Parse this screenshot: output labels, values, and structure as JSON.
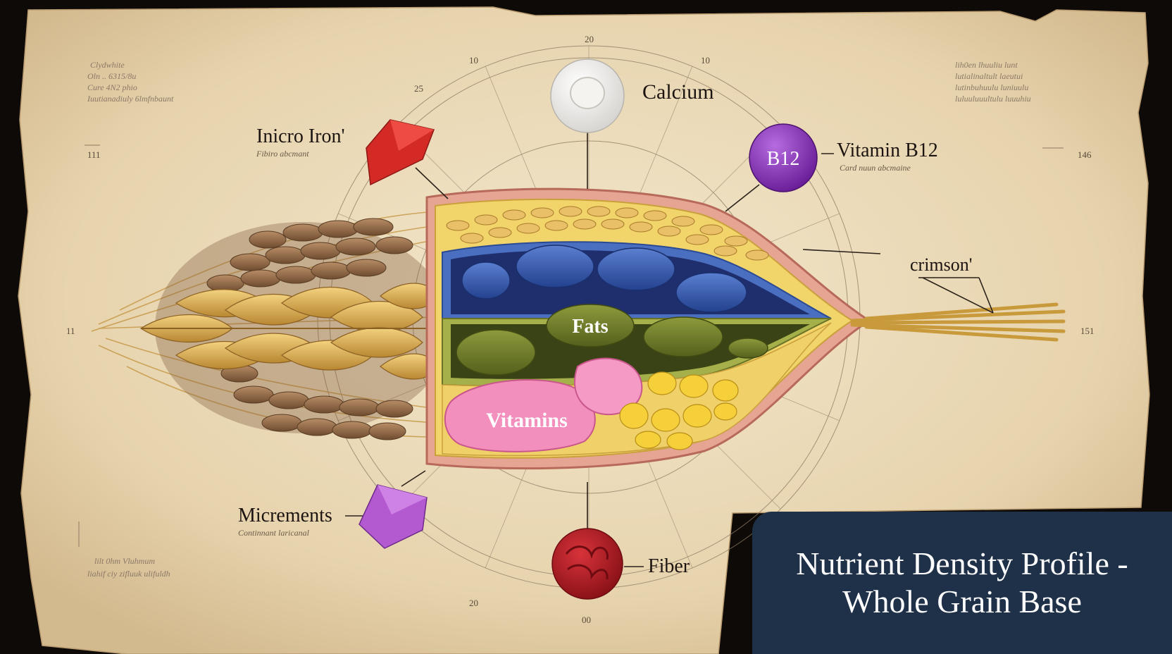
{
  "title": {
    "line1": "Nutrient Density Profile -",
    "line2": "Whole Grain Base"
  },
  "labels": {
    "calcium": "Calcium",
    "iron": "Inicro Iron'",
    "iron_sub": "Fibiro abcmant",
    "b12": "Vitamin B12",
    "b12_sub": "Card nuun abcmaine",
    "b12_badge": "B12",
    "crimson": "crimson'",
    "fats": "Fats",
    "vitamins": "Vitamins",
    "micrements": "Micrements",
    "micrements_sub": "Continnant laricanal",
    "fiber": "Fiber"
  },
  "scale_ticks": {
    "top": "20",
    "top_left": "10",
    "top_right": "10",
    "upper_left": "25",
    "left_edge": "11",
    "left_margin": "111",
    "right_margin": "146",
    "right_edge": "151",
    "bottom": "00",
    "bottom_left": "20"
  },
  "notes": {
    "top_left": [
      "Clydwhite",
      "Oln .. 6315/8u",
      "Cure 4N2 phio",
      "Iuutianadiuly 6lmfnbaunt"
    ],
    "bottom_left": [
      "lilt 0hm Vluhmum",
      "liahif ciy zifluuk ulifuldh"
    ],
    "top_right": [
      "lih0en lhuuliu lunt",
      "lutialinaltult laeutui",
      "lutinbuhuulu luniuulu",
      "luluuluuultulu luuuhiu"
    ]
  },
  "colors": {
    "parchment": "#ecdcbc",
    "title_bg": "#1f3049",
    "iron": "#d42a25",
    "b12": "#8a2fb8",
    "micrements": "#b35ad0",
    "fiber": "#b31d23",
    "fats": "#6f7a2a",
    "vitamins": "#f28fbd",
    "blue_layer": "#2f4fa0"
  }
}
